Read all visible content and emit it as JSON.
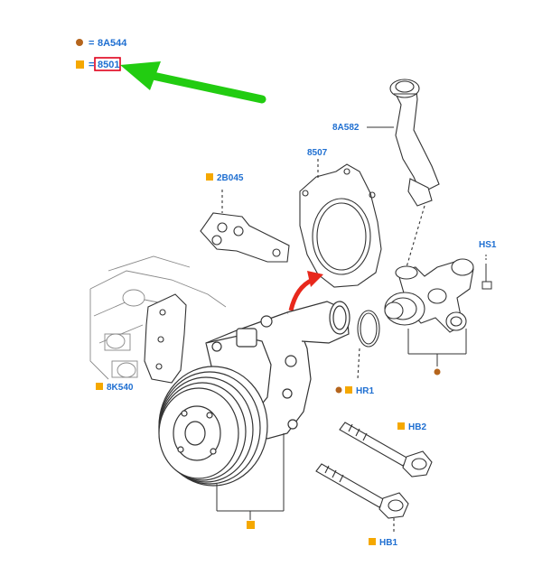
{
  "legend": {
    "items": [
      {
        "symbol": "circle",
        "equals": "=",
        "code": "8A544"
      },
      {
        "symbol": "square",
        "equals": "=",
        "code": "8501",
        "highlighted": true
      }
    ]
  },
  "callouts": {
    "gasket_2b045": "2B045",
    "gasket_8507": "8507",
    "hose_8a582": "8A582",
    "bolt_hs1": "HS1",
    "oring_hr1": "HR1",
    "bolt_hb2": "HB2",
    "bolt_hb1": "HB1",
    "bracket_8k540": "8K540"
  },
  "colors": {
    "label_blue": "#1f6fd1",
    "square_orange": "#f5a800",
    "circle_brown": "#b5651d",
    "highlight_red": "#e0001b",
    "arrow_green": "#22cc11",
    "flow_arrow_red": "#e8281c",
    "line": "#333333"
  }
}
